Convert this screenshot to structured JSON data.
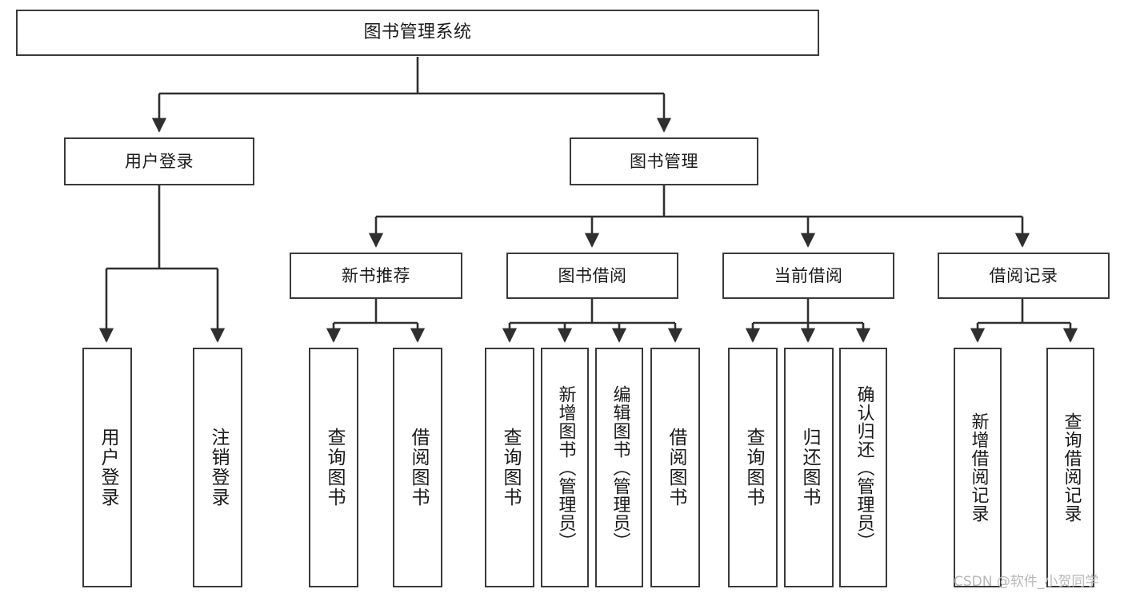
{
  "diagram": {
    "title": "图书管理系统",
    "type": "tree-flowchart",
    "colors": {
      "box_border": "#3a3a3a",
      "box_fill": "#ffffff",
      "connector": "#2f2f2f",
      "text": "#1a1a1a",
      "watermark": "#b8b8b8",
      "background": "#ffffff"
    },
    "root": {
      "id": "root",
      "label": "图书管理系统"
    },
    "level2": [
      {
        "id": "user-login",
        "label": "用户登录"
      },
      {
        "id": "book-manage",
        "label": "图书管理"
      }
    ],
    "level3": [
      {
        "id": "new-book-recommend",
        "label": "新书推荐",
        "parent": "book-manage"
      },
      {
        "id": "book-borrow",
        "label": "图书借阅",
        "parent": "book-manage"
      },
      {
        "id": "current-borrow",
        "label": "当前借阅",
        "parent": "book-manage"
      },
      {
        "id": "borrow-record",
        "label": "借阅记录",
        "parent": "book-manage"
      }
    ],
    "leaves": [
      {
        "id": "leaf-user-login",
        "label": "用户登录",
        "parent": "user-login"
      },
      {
        "id": "leaf-logout-login",
        "label": "注销登录",
        "parent": "user-login"
      },
      {
        "id": "leaf-query-book-1",
        "label": "查询图书",
        "parent": "new-book-recommend"
      },
      {
        "id": "leaf-borrow-book-1",
        "label": "借阅图书",
        "parent": "new-book-recommend"
      },
      {
        "id": "leaf-query-book-2",
        "label": "查询图书",
        "parent": "book-borrow"
      },
      {
        "id": "leaf-add-book",
        "label": "新增图书（管理员）",
        "parent": "book-borrow"
      },
      {
        "id": "leaf-edit-book",
        "label": "编辑图书（管理员）",
        "parent": "book-borrow"
      },
      {
        "id": "leaf-borrow-book-2",
        "label": "借阅图书",
        "parent": "book-borrow"
      },
      {
        "id": "leaf-query-book-3",
        "label": "查询图书",
        "parent": "current-borrow"
      },
      {
        "id": "leaf-return-book",
        "label": "归还图书",
        "parent": "current-borrow"
      },
      {
        "id": "leaf-confirm-return",
        "label": "确认归还（管理员）",
        "parent": "current-borrow"
      },
      {
        "id": "leaf-add-record",
        "label": "新增借阅记录",
        "parent": "borrow-record"
      },
      {
        "id": "leaf-query-record",
        "label": "查询借阅记录",
        "parent": "borrow-record"
      }
    ],
    "watermark": "CSDN @软件_小贺同学"
  }
}
